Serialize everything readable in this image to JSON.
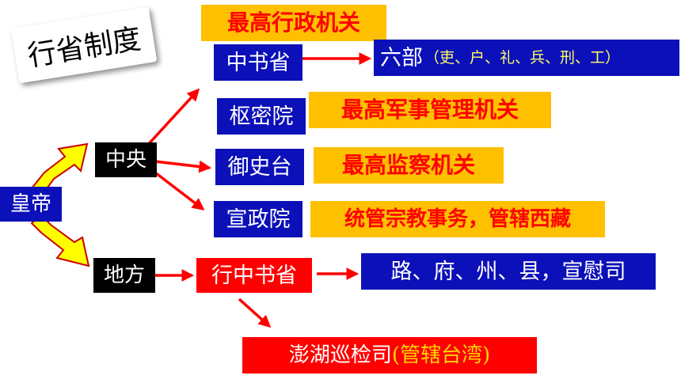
{
  "title": "行省制度",
  "emperor": "皇帝",
  "central": "中央",
  "local": "地方",
  "zhongshu": {
    "name": "中书省",
    "role": "最高行政机关",
    "subordinate": "六部",
    "subordinate_detail": "（吏、户、礼、兵、刑、工）"
  },
  "shumi": {
    "name": "枢密院",
    "role": "最高军事管理机关"
  },
  "yushi": {
    "name": "御史台",
    "role": "最高监察机关"
  },
  "xuanzheng": {
    "name": "宣政院",
    "role": "统管宗教事务，管辖西藏"
  },
  "xingzhongshu": {
    "name": "行中书省",
    "subordinate": "路、府、州、县，宣慰司"
  },
  "penghu": {
    "name": "澎湖巡检司",
    "note": "(管辖台湾)"
  },
  "colors": {
    "blue": "#0c10b8",
    "red": "#ff0000",
    "orange": "#ffc000",
    "yellow_arrow": "#ffff00"
  }
}
